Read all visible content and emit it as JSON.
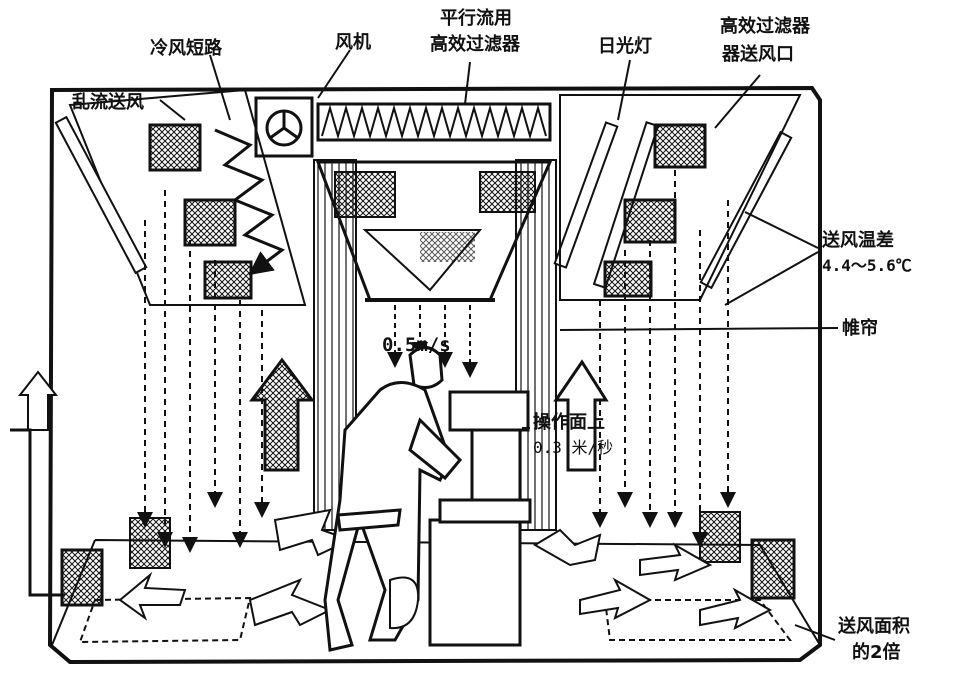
{
  "labels": {
    "cold_air_short_circuit": "冷风短路",
    "fan": "风机",
    "hepa_line1": "平行流用",
    "hepa_line2": "高效过滤器",
    "fluorescent_lamp": "日光灯",
    "outlet_line1": "高效过滤器",
    "outlet_line2": "器送风口",
    "turbulent_supply": "乱流送风",
    "temp_diff_line1": "送风温差",
    "temp_diff_line2": "4.4～5.6℃",
    "curtain": "帷帘",
    "velocity_center": "0.5m/s",
    "work_surface_line1": "操作面上",
    "work_surface_line2": "0.3 米/秒",
    "area_line1": "送风面积",
    "area_line2": "的2倍"
  },
  "icons": [
    "fan-icon",
    "hepa-filter-icon",
    "fluorescent-lamp-icon",
    "air-supply-outlet-icon",
    "return-grille-icon",
    "operator-figure-icon",
    "workbench-icon"
  ],
  "colors": {
    "ink": "#111111",
    "paper": "#ffffff"
  }
}
